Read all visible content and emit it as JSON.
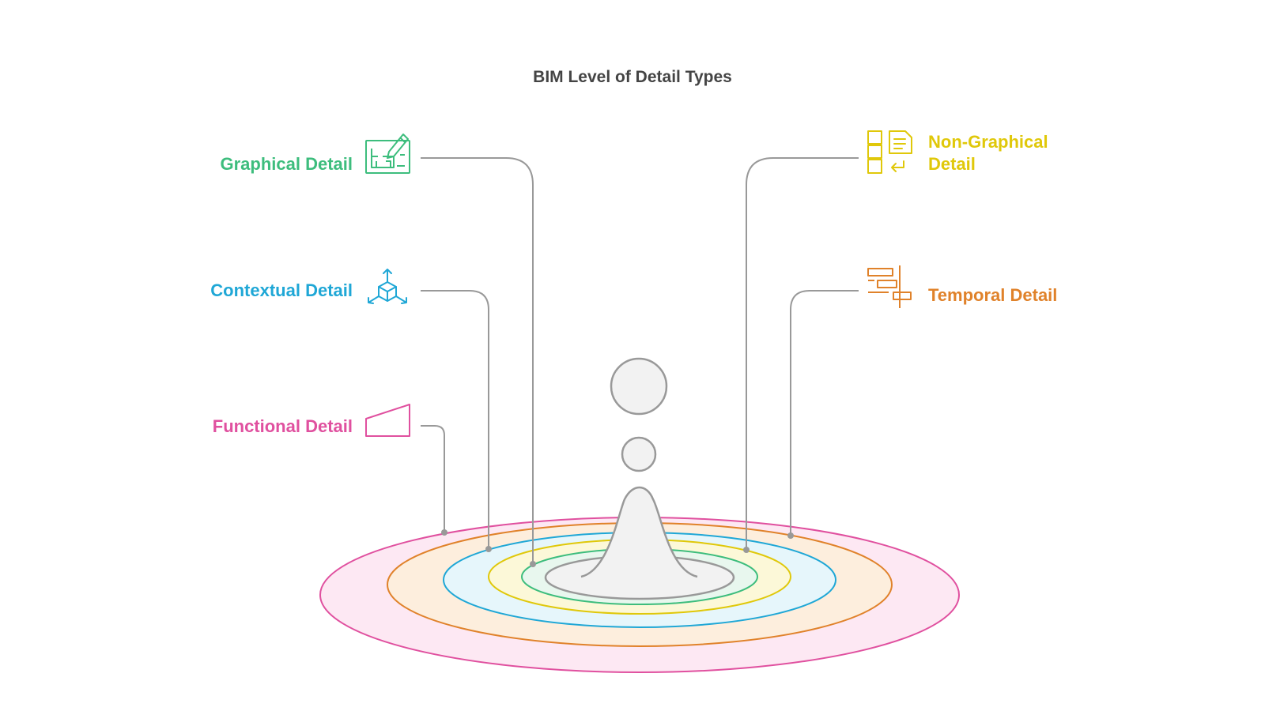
{
  "title": "BIM Level of Detail Types",
  "colors": {
    "graphical": "#3dbd7d",
    "contextual": "#1fa7d6",
    "functional": "#e0509f",
    "non_graphical": "#e0c80a",
    "temporal": "#e0822a",
    "connector": "#999999"
  },
  "items": [
    {
      "key": "graphical",
      "label": "Graphical Detail",
      "icon": "blueprint-pencil-icon"
    },
    {
      "key": "contextual",
      "label": "Contextual Detail",
      "icon": "cube-arrows-icon"
    },
    {
      "key": "functional",
      "label": "Functional Detail",
      "icon": "trapezoid-icon"
    },
    {
      "key": "non_graphical",
      "label": "Non-Graphical Detail",
      "icon": "document-list-icon"
    },
    {
      "key": "temporal",
      "label": "Temporal Detail",
      "icon": "gantt-icon"
    }
  ]
}
